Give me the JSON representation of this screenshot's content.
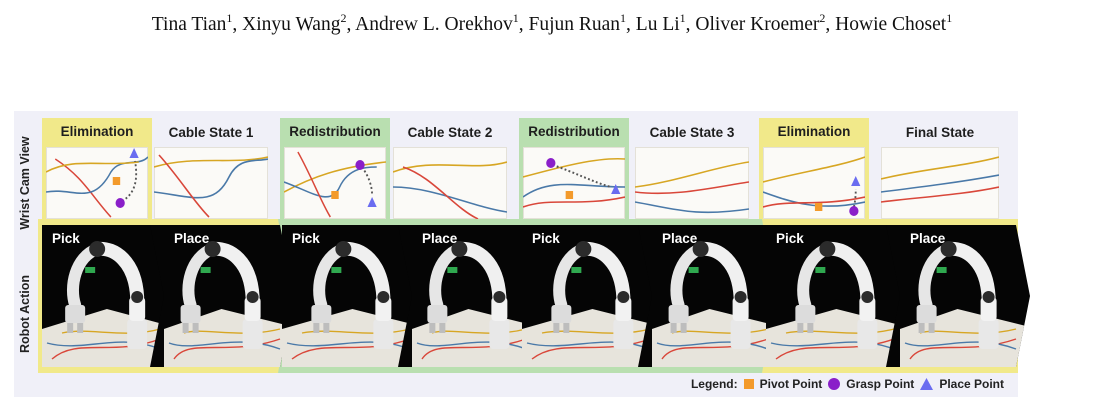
{
  "authors": [
    {
      "name": "Tina Tian",
      "aff": "1"
    },
    {
      "name": "Xinyu Wang",
      "aff": "2"
    },
    {
      "name": "Andrew L. Orekhov",
      "aff": "1"
    },
    {
      "name": "Fujun Ruan",
      "aff": "1"
    },
    {
      "name": "Lu Li",
      "aff": "1"
    },
    {
      "name": "Oliver Kroemer",
      "aff": "2"
    },
    {
      "name": "Howie Choset",
      "aff": "1"
    }
  ],
  "row_labels": {
    "top": "Wrist Cam View",
    "bottom": "Robot Action"
  },
  "panels": [
    {
      "label": "Elimination",
      "kind": "action",
      "color": "yellow"
    },
    {
      "label": "Cable State 1",
      "kind": "state"
    },
    {
      "label": "Redistribution",
      "kind": "action",
      "color": "green"
    },
    {
      "label": "Cable State 2",
      "kind": "state"
    },
    {
      "label": "Redistribution",
      "kind": "action",
      "color": "green"
    },
    {
      "label": "Cable State 3",
      "kind": "state"
    },
    {
      "label": "Elimination",
      "kind": "action",
      "color": "yellow"
    },
    {
      "label": "Final State",
      "kind": "state"
    }
  ],
  "actions": [
    {
      "label": "Pick",
      "color": "yellow"
    },
    {
      "label": "Place",
      "color": "yellow"
    },
    {
      "label": "Pick",
      "color": "green"
    },
    {
      "label": "Place",
      "color": "green"
    },
    {
      "label": "Pick",
      "color": "green"
    },
    {
      "label": "Place",
      "color": "green"
    },
    {
      "label": "Pick",
      "color": "yellow"
    },
    {
      "label": "Place",
      "color": "yellow"
    }
  ],
  "legend": {
    "title": "Legend:",
    "items": [
      {
        "label": "Pivot Point",
        "shape": "square",
        "color": "#f39a2b"
      },
      {
        "label": "Grasp Point",
        "shape": "circle",
        "color": "#8a1fc9"
      },
      {
        "label": "Place Point",
        "shape": "triangle",
        "color": "#6a6cf0"
      }
    ]
  },
  "colors": {
    "yellow": "#f1e98a",
    "green": "#b9dfb0",
    "cable_red": "#d9473a",
    "cable_blue": "#4a79a8",
    "cable_gold": "#d7a623",
    "background": "#f0f0f8"
  }
}
